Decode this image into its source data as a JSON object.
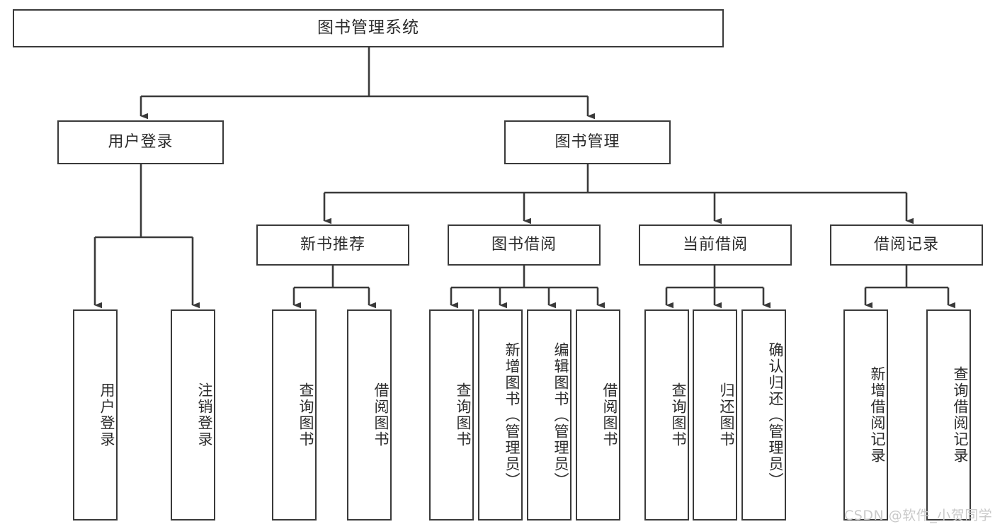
{
  "diagram": {
    "title": "图书管理系统",
    "type": "tree-structure-chart",
    "watermark": "CSDN @软件_小贺同学",
    "colors": {
      "box_border": "#3a3a3a",
      "box_fill": "#ffffff",
      "edge": "#3a3a3a",
      "text": "#2b2b2b",
      "watermark": "#c9c9c9",
      "background": "#ffffff"
    },
    "root": {
      "label": "图书管理系统"
    },
    "level2": [
      {
        "id": "user-login",
        "label": "用户登录"
      },
      {
        "id": "book-management",
        "label": "图书管理"
      }
    ],
    "level3": [
      {
        "id": "new-book-recommend",
        "label": "新书推荐"
      },
      {
        "id": "book-borrow",
        "label": "图书借阅"
      },
      {
        "id": "current-borrow",
        "label": "当前借阅"
      },
      {
        "id": "borrow-record",
        "label": "借阅记录"
      }
    ],
    "leaves": {
      "user_login": [
        {
          "id": "leaf-user-login",
          "label": "用户登录"
        },
        {
          "id": "leaf-logout-login",
          "label": "注销登录"
        }
      ],
      "new_book_recommend": [
        {
          "id": "leaf-query-book-1",
          "label": "查询图书"
        },
        {
          "id": "leaf-borrow-book-1",
          "label": "借阅图书"
        }
      ],
      "book_borrow": [
        {
          "id": "leaf-query-book-2",
          "label": "查询图书"
        },
        {
          "id": "leaf-add-book",
          "label": "新增图书（管理员）"
        },
        {
          "id": "leaf-edit-book",
          "label": "编辑图书（管理员）"
        },
        {
          "id": "leaf-borrow-book-2",
          "label": "借阅图书"
        }
      ],
      "current_borrow": [
        {
          "id": "leaf-query-book-3",
          "label": "查询图书"
        },
        {
          "id": "leaf-return-book",
          "label": "归还图书"
        },
        {
          "id": "leaf-confirm-return",
          "label": "确认归还（管理员）"
        }
      ],
      "borrow_record": [
        {
          "id": "leaf-add-borrow-record",
          "label": "新增借阅记录"
        },
        {
          "id": "leaf-query-borrow-record",
          "label": "查询借阅记录"
        }
      ]
    }
  }
}
